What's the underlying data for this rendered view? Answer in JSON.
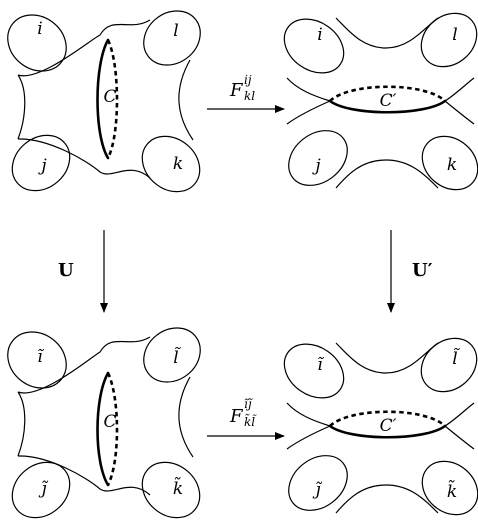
{
  "surfaces": {
    "top_left": {
      "legs": [
        "i",
        "l",
        "j",
        "k"
      ],
      "curve": "C"
    },
    "top_right": {
      "legs": [
        "i",
        "l",
        "j",
        "k"
      ],
      "curve": "C′"
    },
    "bottom_left": {
      "legs": [
        "ĩ",
        "l̃",
        "j̃",
        "k̃"
      ],
      "curve": "C"
    },
    "bottom_right": {
      "legs": [
        "ĩ",
        "l̃",
        "j̃",
        "k̃"
      ],
      "curve": "C′"
    }
  },
  "arrows": {
    "top": {
      "label": "F",
      "sup": "ij",
      "sub": "kl"
    },
    "bottom": {
      "label": "F",
      "sup": "ĩj̃",
      "sub": "k̃l̃"
    },
    "left": {
      "label": "U"
    },
    "right": {
      "label": "U′"
    }
  }
}
